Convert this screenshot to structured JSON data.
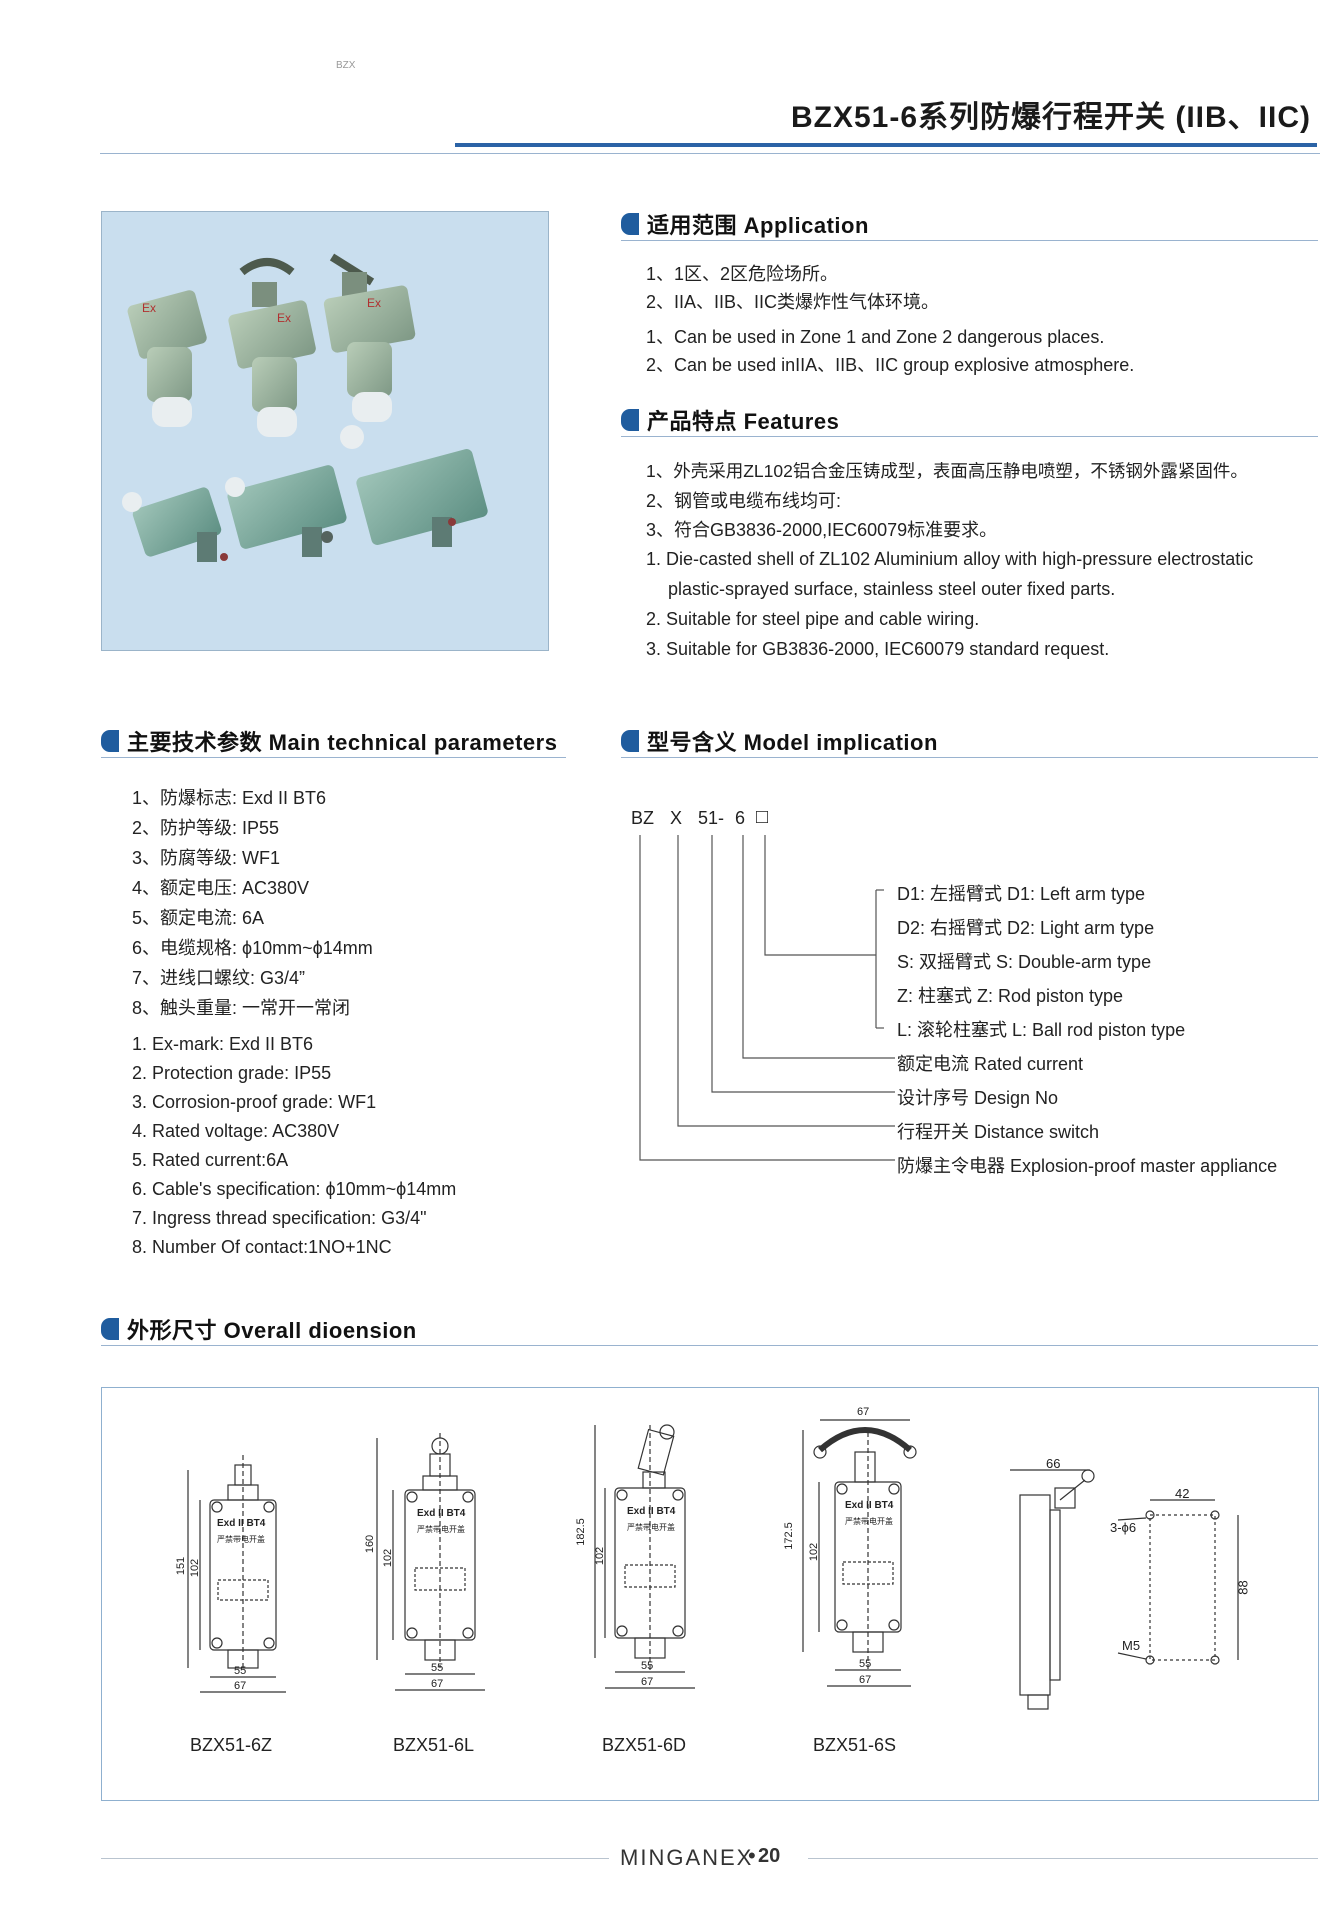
{
  "header": {
    "title": "BZX51-6系列防爆行程开关 (IIB、IIC)",
    "mark": "BZX"
  },
  "application": {
    "heading": "适用范围 Application",
    "items_cn": [
      "1、1区、2区危险场所。",
      "2、IIA、IIB、IIC类爆炸性气体环境。"
    ],
    "items_en": [
      "1、Can be used in Zone 1 and Zone 2 dangerous places.",
      "2、Can be used inIIA、IIB、IIC group explosive atmosphere."
    ]
  },
  "features": {
    "heading": "产品特点 Features",
    "items_cn": [
      "1、外壳采用ZL102铝合金压铸成型，表面高压静电喷塑，不锈钢外露紧固件。",
      "2、钢管或电缆布线均可:",
      "3、符合GB3836-2000,IEC60079标准要求。"
    ],
    "items_en": [
      "1. Die-casted shell of ZL102 Aluminium alloy with high-pressure electrostatic",
      "plastic-sprayed surface, stainless steel outer fixed parts.",
      "2. Suitable for steel pipe and cable wiring.",
      "3. Suitable for GB3836-2000, IEC60079 standard request."
    ]
  },
  "parameters": {
    "heading": "主要技术参数 Main technical parameters",
    "items_cn": [
      "1、防爆标志: Exd II BT6",
      "2、防护等级: IP55",
      "3、防腐等级: WF1",
      "4、额定电压: AC380V",
      "5、额定电流: 6A",
      "6、电缆规格: ϕ10mm~ϕ14mm",
      "7、进线口螺纹: G3/4”",
      "8、触头重量: 一常开一常闭"
    ],
    "items_en": [
      "1. Ex-mark: Exd II BT6",
      "2. Protection grade: IP55",
      "3. Corrosion-proof grade: WF1",
      "4. Rated voltage: AC380V",
      "5. Rated current:6A",
      "6. Cable's specification: ϕ10mm~ϕ14mm",
      "7. Ingress thread specification: G3/4\"",
      "8. Number Of contact:1NO+1NC"
    ]
  },
  "model": {
    "heading": "型号含义 Model implication",
    "code_parts": [
      "BZ",
      "X",
      "51-",
      "6",
      "□"
    ],
    "options": [
      "D1: 左摇臂式 D1: Left arm type",
      "D2: 右摇臂式 D2: Light arm type",
      "S: 双摇臂式 S: Double-arm type",
      "Z: 柱塞式 Z: Rod piston type",
      "L: 滚轮柱塞式 L: Ball rod piston type"
    ],
    "labels": [
      "额定电流 Rated current",
      "设计序号 Design No",
      "行程开关 Distance switch",
      "防爆主令电器 Explosion-proof master appliance"
    ]
  },
  "dimensions": {
    "heading": "外形尺寸 Overall dioension",
    "drawings": [
      {
        "label": "BZX51-6Z",
        "height_total": "151",
        "height_body": "102",
        "width_inner": "55",
        "width_outer": "67"
      },
      {
        "label": "BZX51-6L",
        "height_total": "160",
        "height_body": "102",
        "width_inner": "55",
        "width_outer": "67"
      },
      {
        "label": "BZX51-6D",
        "height_total": "182.5",
        "height_body": "102",
        "width_inner": "55",
        "width_outer": "67"
      },
      {
        "label": "BZX51-6S",
        "height_total": "172.5",
        "height_body": "102",
        "width_inner": "55",
        "width_outer": "67",
        "top_width": "67"
      }
    ],
    "plate_text": "Exd II BT4",
    "plate_sub": "严禁带电开盖",
    "side_view": {
      "depth": "66",
      "hole_spacing_w": "42",
      "hole_spacing_h": "88",
      "holes": "3-ϕ6",
      "screw": "M5"
    }
  },
  "footer": {
    "brand": "MINGANEX",
    "page": "20"
  },
  "colors": {
    "accent": "#1f5c9e",
    "rule": "#9ab3cf",
    "photo_bg": "#c9deee"
  }
}
